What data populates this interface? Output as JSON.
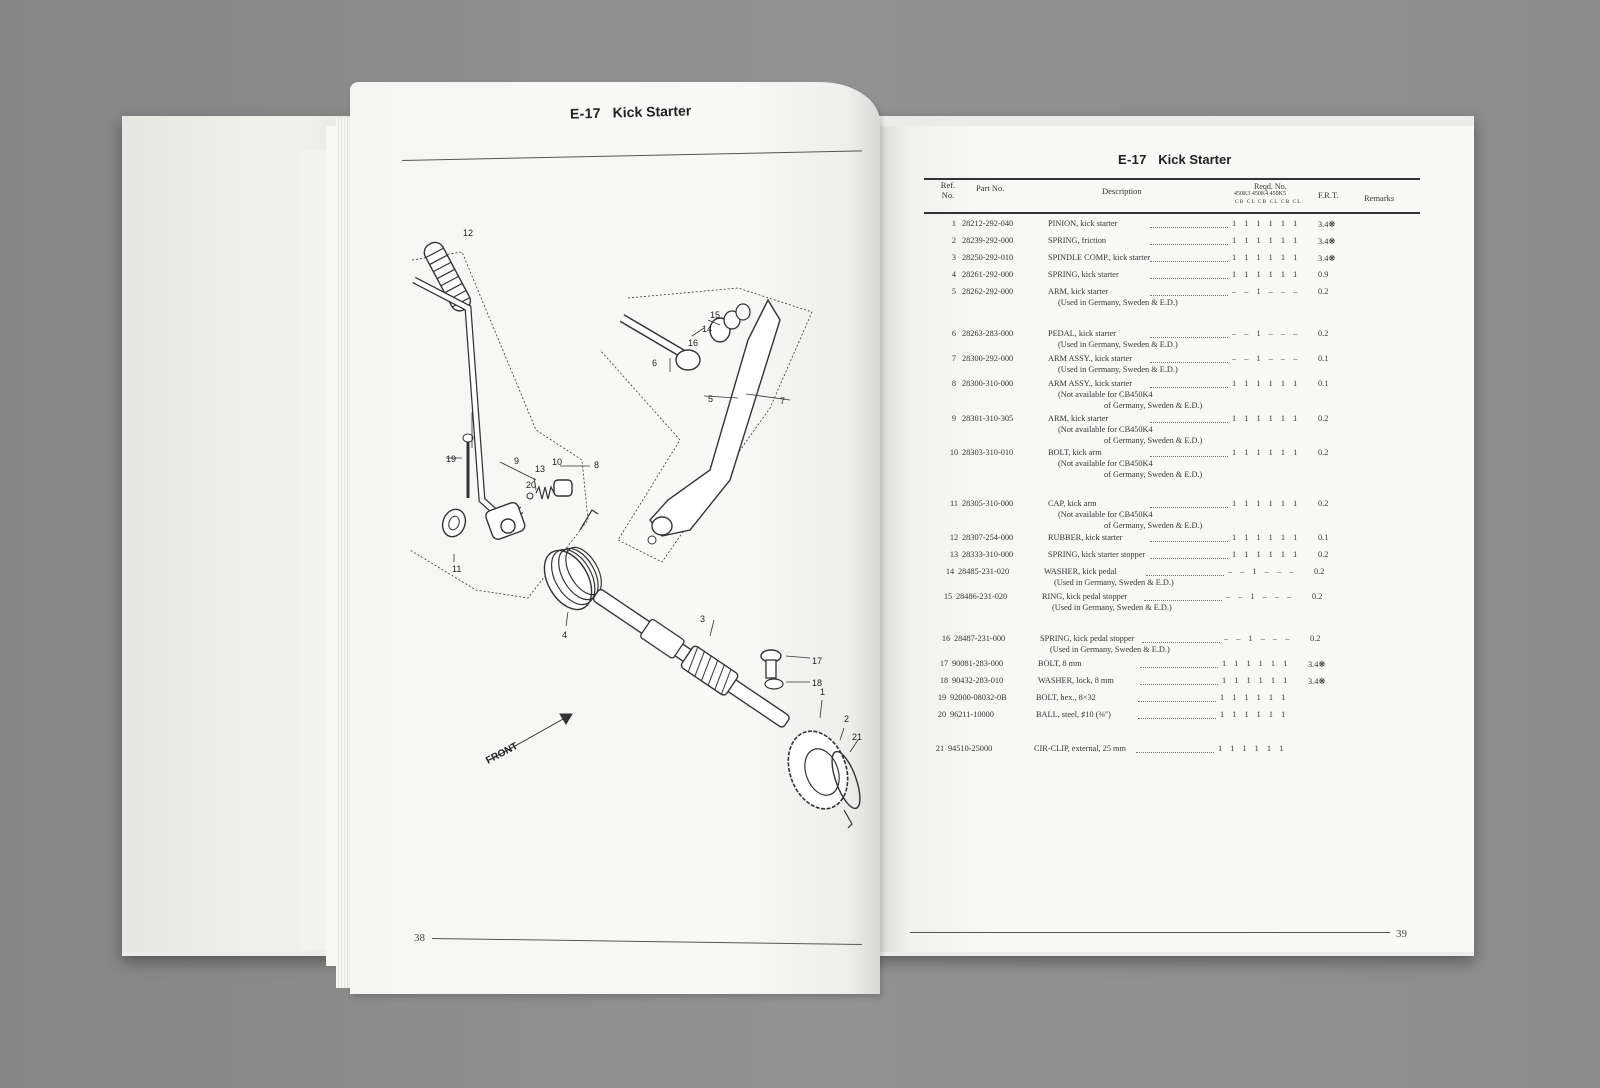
{
  "left_page": {
    "header_code": "E-17",
    "header_title": "Kick Starter",
    "page_number": "38",
    "diagram": {
      "front_label": "FRONT",
      "callouts": [
        "1",
        "2",
        "3",
        "4",
        "5",
        "6",
        "7",
        "8",
        "9",
        "10",
        "11",
        "12",
        "13",
        "14",
        "15",
        "16",
        "17",
        "18",
        "19",
        "20",
        "21"
      ]
    }
  },
  "right_page": {
    "header_code": "E-17",
    "header_title": "Kick Starter",
    "page_number": "39",
    "columns": {
      "ref": "Ref.",
      "no": "No.",
      "part_no": "Part No.",
      "description": "Description",
      "reqd": "Reqd. No.",
      "models": "450K3  450K4  450K5",
      "variants": "CB CL CB CL CB CL",
      "frt": "F.R.T.",
      "remarks": "Remarks"
    },
    "rows": [
      {
        "ref": "1",
        "part": "28212-292-040",
        "desc": "PINION, kick starter",
        "qty": "1 1 1 1 1 1",
        "frt": "3.4❋",
        "notes": []
      },
      {
        "ref": "2",
        "part": "28239-292-000",
        "desc": "SPRING, friction",
        "qty": "1 1 1 1 1 1",
        "frt": "3.4❋",
        "notes": []
      },
      {
        "ref": "3",
        "part": "28250-292-010",
        "desc": "SPINDLE COMP., kick starter",
        "qty": "1 1 1 1 1 1",
        "frt": "3.4❋",
        "notes": []
      },
      {
        "ref": "4",
        "part": "28261-292-000",
        "desc": "SPRING, kick starter",
        "qty": "1 1 1 1 1 1",
        "frt": "0.9",
        "notes": []
      },
      {
        "ref": "5",
        "part": "28262-292-000",
        "desc": "ARM, kick starter",
        "qty": "– – 1 – – –",
        "frt": "0.2",
        "notes": [
          "(Used in Germany, Sweden & E.D.)"
        ]
      },
      {
        "ref": "6",
        "part": "28263-283-000",
        "desc": "PEDAL, kick starter",
        "qty": "– – 1 – – –",
        "frt": "0.2",
        "notes": [
          "(Used in Germany, Sweden & E.D.)"
        ]
      },
      {
        "ref": "7",
        "part": "28300-292-000",
        "desc": "ARM ASSY., kick starter",
        "qty": "– – 1 – – –",
        "frt": "0.1",
        "notes": [
          "(Used in Germany, Sweden & E.D.)"
        ]
      },
      {
        "ref": "8",
        "part": "28300-310-000",
        "desc": "ARM ASSY., kick starter",
        "qty": "1 1 1 1 1 1",
        "frt": "0.1",
        "notes": [
          "(Not available for CB450K4",
          "of Germany, Sweden & E.D.)"
        ]
      },
      {
        "ref": "9",
        "part": "28301-310-305",
        "desc": "ARM, kick starter",
        "qty": "1 1 1 1 1 1",
        "frt": "0.2",
        "notes": [
          "(Not available for CB450K4",
          "of Germany, Sweden & E.D.)"
        ]
      },
      {
        "ref": "10",
        "part": "28303-310-010",
        "desc": "BOLT, kick arm",
        "qty": "1 1 1 1 1 1",
        "frt": "0.2",
        "notes": [
          "(Not available for CB450K4",
          "of Germany, Sweden & E.D.)"
        ]
      },
      {
        "ref": "11",
        "part": "28305-310-000",
        "desc": "CAP, kick arm",
        "qty": "1 1 1 1 1 1",
        "frt": "0.2",
        "notes": [
          "(Not available for CB450K4",
          "of Germany, Sweden & E.D.)"
        ]
      },
      {
        "ref": "12",
        "part": "28307-254-000",
        "desc": "RUBBER, kick starter",
        "qty": "1 1 1 1 1 1",
        "frt": "0.1",
        "notes": []
      },
      {
        "ref": "13",
        "part": "28333-310-000",
        "desc": "SPRING, kick starter stopper",
        "qty": "1 1 1 1 1 1",
        "frt": "0.2",
        "notes": []
      },
      {
        "ref": "14",
        "part": "28485-231-020",
        "desc": "WASHER, kick pedal",
        "qty": "– – 1 – – –",
        "frt": "0.2",
        "notes": [
          "(Used in Germany, Sweden & E.D.)"
        ]
      },
      {
        "ref": "15",
        "part": "28486-231-020",
        "desc": "RING, kick pedal stopper",
        "qty": "– – 1 – – –",
        "frt": "0.2",
        "notes": [
          "(Used in Germany, Sweden & E.D.)"
        ]
      },
      {
        "ref": "16",
        "part": "28487-231-000",
        "desc": "SPRING, kick pedal stopper",
        "qty": "– – 1 – – –",
        "frt": "0.2",
        "notes": [
          "(Used in Germany, Sweden & E.D.)"
        ]
      },
      {
        "ref": "17",
        "part": "90081-283-000",
        "desc": "BOLT, 8 mm",
        "qty": "1 1 1 1 1 1",
        "frt": "3.4❋",
        "notes": []
      },
      {
        "ref": "18",
        "part": "90432-283-010",
        "desc": "WASHER, lock, 8 mm",
        "qty": "1 1 1 1 1 1",
        "frt": "3.4❋",
        "notes": []
      },
      {
        "ref": "19",
        "part": "92000-08032-0B",
        "desc": "BOLT, hex., 8×32",
        "qty": "1 1 1 1 1 1",
        "frt": "",
        "notes": []
      },
      {
        "ref": "20",
        "part": "96211-10000",
        "desc": "BALL, steel, ♯10 (⅜″)",
        "qty": "1 1 1 1 1 1",
        "frt": "",
        "notes": []
      },
      {
        "ref": "21",
        "part": "94510-25000",
        "desc": "CIR-CLIP, external, 25 mm",
        "qty": "1 1 1 1 1 1",
        "frt": "",
        "notes": []
      }
    ]
  }
}
